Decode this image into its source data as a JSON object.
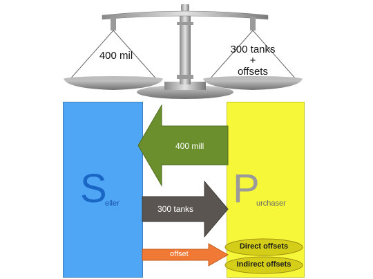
{
  "scale": {
    "left_pan_label": "400 mil",
    "right_pan_line1": "300 tanks",
    "right_pan_line2": "+",
    "right_pan_line3": "offsets"
  },
  "seller": {
    "letter": "S",
    "rest": "eller",
    "color": "#4ea6f5"
  },
  "purchaser": {
    "letter": "P",
    "rest": "urchaser",
    "color": "#f7f73a"
  },
  "arrows": {
    "money": {
      "label": "400 mill",
      "color": "#6b8f2c"
    },
    "tanks": {
      "label": "300 tanks",
      "color": "#5a5550"
    },
    "offset": {
      "label": "offset",
      "color": "#f07a35"
    }
  },
  "offsets": {
    "direct": "Direct offsets",
    "indirect": "Indirect offsets",
    "color": "#d5ce18"
  }
}
